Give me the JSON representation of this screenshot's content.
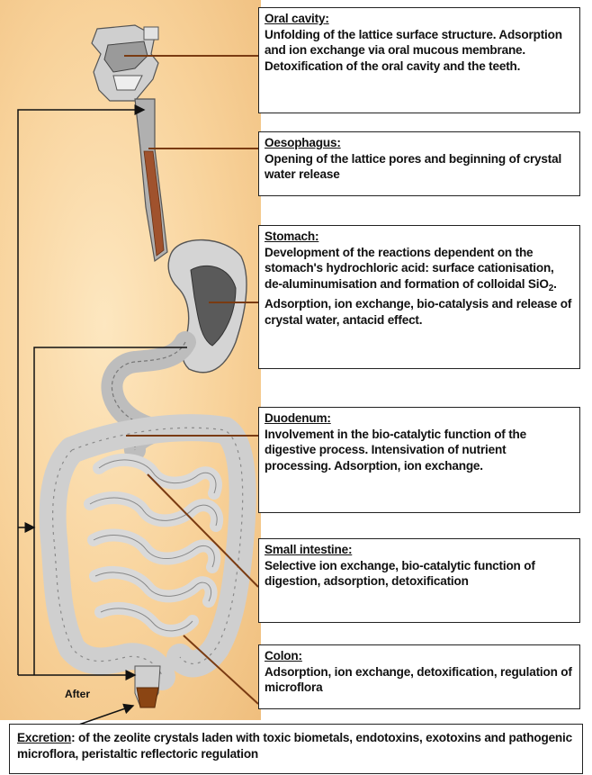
{
  "boxes": {
    "oral_cavity": {
      "heading": "Oral cavity",
      "text": "Unfolding of the lattice surface structure. Adsorption and ion exchange via oral mucous membrane. Detoxification of the oral cavity and the teeth."
    },
    "oesophagus": {
      "heading": "Oesophagus",
      "text": "Opening of the lattice pores and beginning of crystal water release"
    },
    "stomach": {
      "heading": "Stomach",
      "text_before_sub": "Development of the reactions dependent on the stomach's hydrochloric acid: surface cationisation, de-aluminumisation and formation of colloidal SiO",
      "subscript": "2",
      "text_after_sub": ". Adsorption, ion exchange, bio-catalysis and release of crystal water, antacid effect."
    },
    "duodenum": {
      "heading": "Duodenum",
      "text": "Involvement in the bio-catalytic function of the digestive process. Intensivation of nutrient processing. Adsorption, ion exchange."
    },
    "small_intestine": {
      "heading": "Small intestine",
      "text": "Selective ion exchange, bio-catalytic function of digestion, adsorption, detoxification"
    },
    "colon": {
      "heading": "Colon",
      "text": "Adsorption, ion exchange, detoxification, regulation of microflora"
    }
  },
  "after_label": "After",
  "excretion": {
    "heading": "Excretion",
    "text": ": of the zeolite crystals laden with toxic biometals, endotoxins, exotoxins and pathogenic microflora, peristaltic reflectoric regulation"
  },
  "colors": {
    "background": "#f8d29a",
    "leader_line": "#7a3b12",
    "organ": "#d8d8d8",
    "organ_shade": "#8c8c8c",
    "oesophagus": "#a0522d"
  }
}
